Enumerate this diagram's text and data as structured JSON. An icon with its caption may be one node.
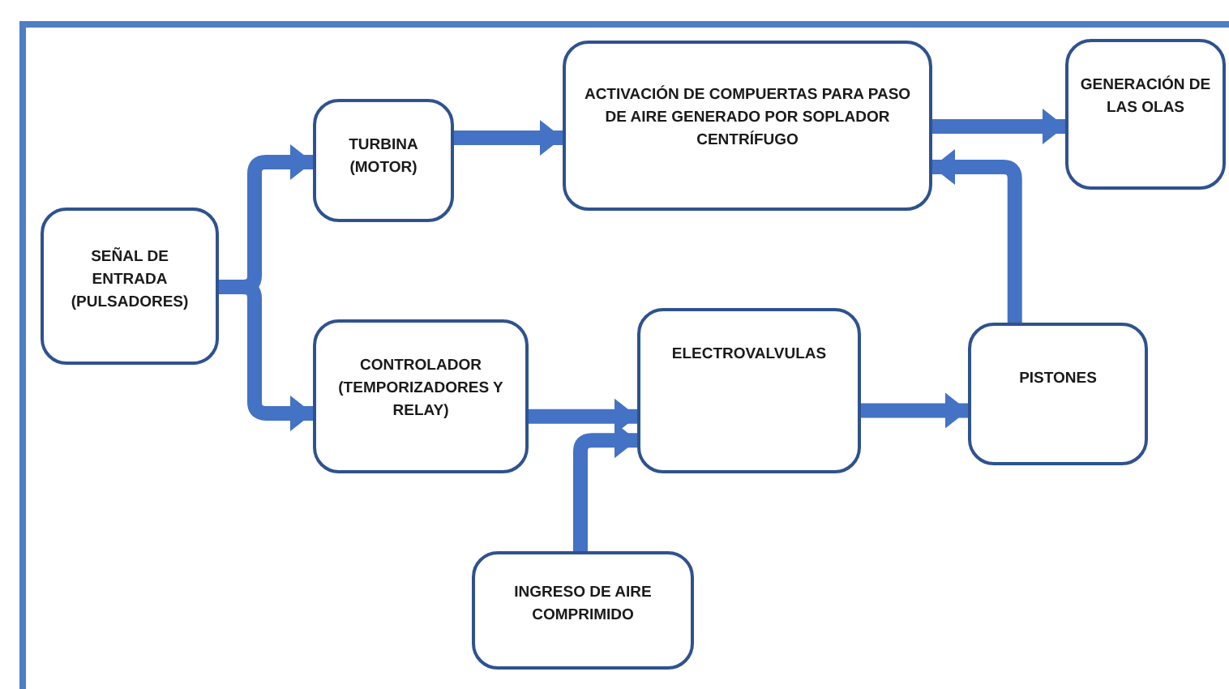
{
  "diagram": {
    "nodes": [
      {
        "text": [
          "SEÑAL DE ENTRADA (PULSADORES)"
        ]
      },
      {
        "text": [
          "TURBINA (MOTOR)"
        ]
      },
      {
        "text": [
          "ACTIVACIÓN DE COMPUERTAS PARA PASO DE AIRE GENERADO POR SOPLADOR CENTRÍFUGO"
        ]
      },
      {
        "text": [
          "GENERACIÓN DE LAS OLAS"
        ]
      },
      {
        "text": [
          "CONTROLADOR (TEMPORIZADORES Y RELAY)"
        ]
      },
      {
        "text": [
          "ELECTROVALVULAS"
        ]
      },
      {
        "text": [
          "PISTONES"
        ]
      },
      {
        "text": [
          "INGRESO DE AIRE COMPRIMIDO"
        ]
      }
    ],
    "edges": [
      {
        "from": 0,
        "to": 1,
        "arrow": "to"
      },
      {
        "from": 0,
        "to": 4,
        "arrow": "to"
      },
      {
        "from": 1,
        "to": 2,
        "arrow": "to"
      },
      {
        "from": 4,
        "to": 5,
        "arrow": "to"
      },
      {
        "from": 7,
        "to": 5,
        "arrow": "to"
      },
      {
        "from": 5,
        "to": 6,
        "arrow": "to"
      },
      {
        "from": 6,
        "to": 2,
        "arrow": "to"
      },
      {
        "from": 2,
        "to": 3,
        "arrow": "to"
      }
    ]
  }
}
